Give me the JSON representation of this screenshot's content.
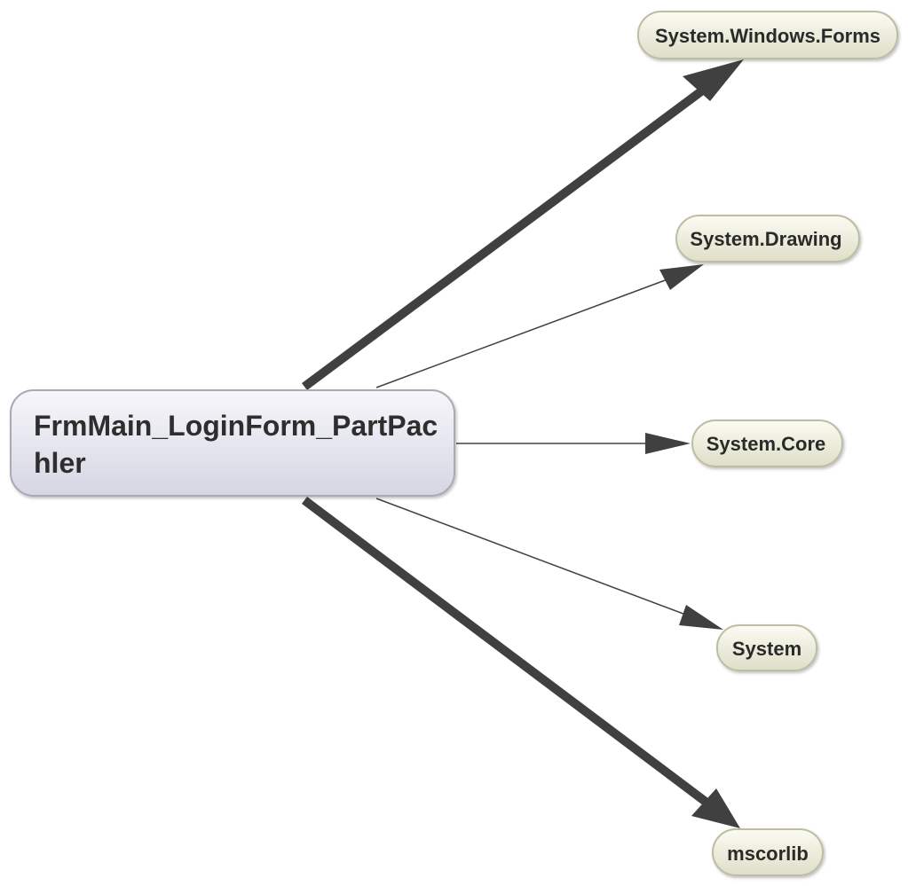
{
  "diagram": {
    "source": {
      "label_line1": "FrmMain_LoginForm_PartPac",
      "label_line2": "hler"
    },
    "targets": [
      {
        "label": "System.Windows.Forms"
      },
      {
        "label": "System.Drawing"
      },
      {
        "label": "System.Core"
      },
      {
        "label": "System"
      },
      {
        "label": "mscorlib"
      }
    ],
    "colors": {
      "source_fill_top": "#f4f4f9",
      "source_fill_bottom": "#d9d9e6",
      "source_stroke": "#a9a9b7",
      "target_fill_top": "#fafaf0",
      "target_fill_bottom": "#e1e1cc",
      "target_stroke": "#bdbda4",
      "edge": "#404040"
    }
  }
}
